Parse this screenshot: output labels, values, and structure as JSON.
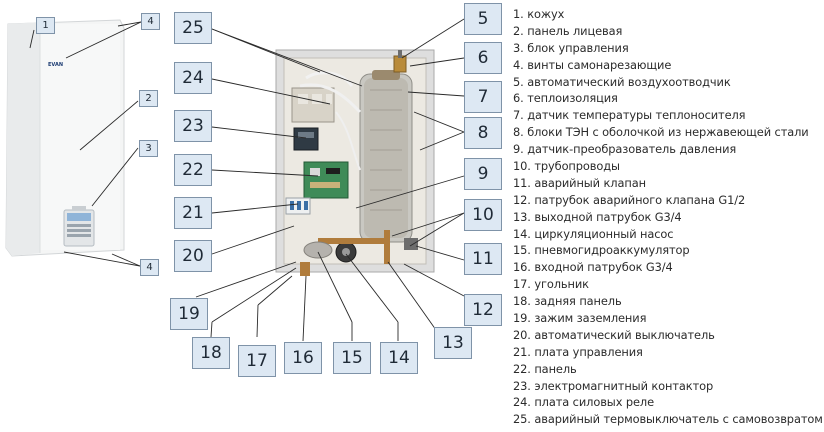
{
  "boiler_front": {
    "brand": "EVAN",
    "callouts": [
      "1",
      "2",
      "3",
      "4",
      "4"
    ]
  },
  "interior": {
    "callouts": [
      "25",
      "24",
      "23",
      "22",
      "21",
      "20",
      "19",
      "18",
      "17",
      "16",
      "15",
      "14",
      "13",
      "12",
      "11",
      "10",
      "9",
      "8",
      "7",
      "6",
      "5"
    ]
  },
  "legend": [
    "1. кожух",
    "2. панель лицевая",
    "3. блок управления",
    "4. винты самонарезающие",
    "5. автоматический воздухоотводчик",
    "6. теплоизоляция",
    "7. датчик температуры теплоносителя",
    "8. блоки ТЭН с оболочкой из нержавеющей стали",
    "9. датчик-преобразователь давления",
    "10. трубопроводы",
    "11. аварийный клапан",
    "12. патрубок аварийного клапана G1/2",
    "13. выходной патрубок G3/4",
    "14. циркуляционный насос",
    "15. пневмогидроаккумулятор",
    "16. входной патрубок G3/4",
    "17. угольник",
    "18. задняя панель",
    "19. зажим заземления",
    "20. автоматический выключатель",
    "21. плата управления",
    "22. панель",
    "23. электромагнитный контактор",
    "24. плата силовых реле",
    "25. аварийный термовыключатель с самовозвратом"
  ],
  "colors": {
    "callout_fill": "#dde8f3",
    "callout_border": "#7f93a8",
    "leader_line": "#2a2a2a",
    "panel_back": "#ece9e2",
    "frame": "#d7d7d7"
  }
}
